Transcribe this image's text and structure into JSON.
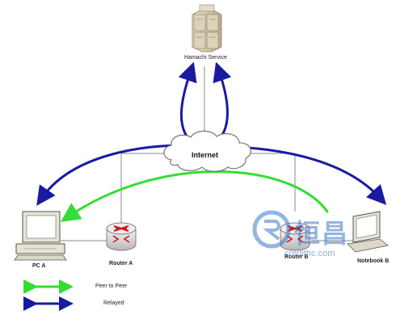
{
  "nodes": {
    "server": {
      "label": "Hamachi Service"
    },
    "internet": {
      "label": "Internet"
    },
    "pc_a": {
      "label": "PC A"
    },
    "router_a": {
      "label": "Router A"
    },
    "router_b": {
      "label": "Router B"
    },
    "notebook_b": {
      "label": "Notebook B"
    }
  },
  "legend": {
    "peer_to_peer": {
      "label": "Peer to Peer",
      "color": "#33dd33"
    },
    "relayed": {
      "label": "Relayed",
      "color": "#1a1aa0"
    }
  },
  "watermark": {
    "text": "恒昌",
    "subtext": "credithc.com",
    "color": "#3c78c8"
  }
}
